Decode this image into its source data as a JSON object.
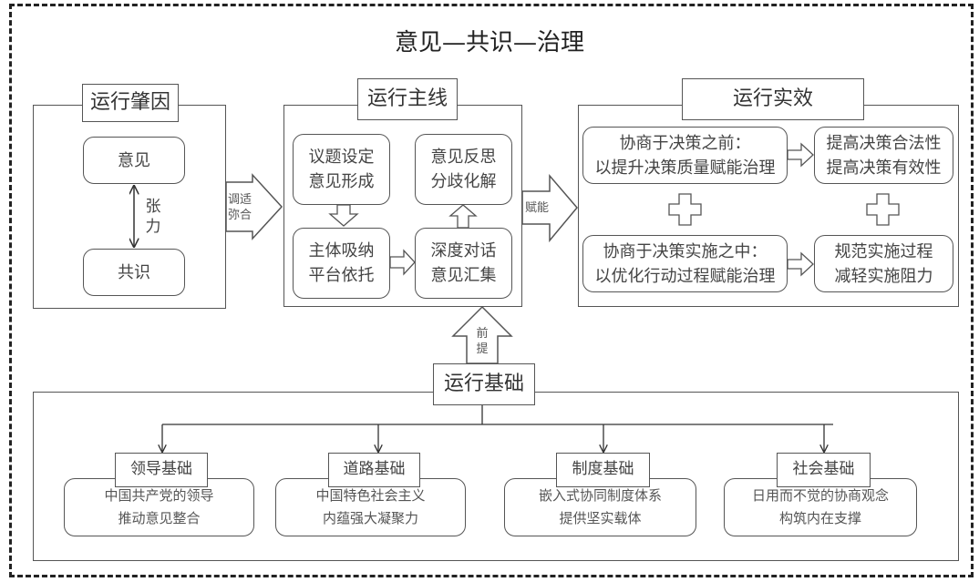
{
  "title": "意见—共识—治理",
  "cause": {
    "header": "运行肇因",
    "top": "意见",
    "bottom": "共识",
    "tension": [
      "张",
      "力"
    ]
  },
  "arrow_cause_main": [
    "调适",
    "弥合"
  ],
  "main": {
    "header": "运行主线",
    "boxes": [
      {
        "lines": [
          "议题设定",
          "意见形成"
        ]
      },
      {
        "lines": [
          "主体吸纳",
          "平台依托"
        ]
      },
      {
        "lines": [
          "深度对话",
          "意见汇集"
        ]
      },
      {
        "lines": [
          "意见反思",
          "分歧化解"
        ]
      }
    ]
  },
  "arrow_main_effect": "赋能",
  "effect": {
    "header": "运行实效",
    "rows": [
      {
        "left": [
          "协商于决策之前：",
          "以提升决策质量赋能治理"
        ],
        "right": [
          "提高决策合法性",
          "提高决策有效性"
        ]
      },
      {
        "left": [
          "协商于决策实施之中：",
          "以优化行动过程赋能治理"
        ],
        "right": [
          "规范实施过程",
          "减轻实施阻力"
        ]
      }
    ]
  },
  "arrow_base_main": [
    "前",
    "提"
  ],
  "base": {
    "header": "运行基础",
    "items": [
      {
        "title": "领导基础",
        "lines": [
          "中国共产党的领导",
          "推动意见整合"
        ]
      },
      {
        "title": "道路基础",
        "lines": [
          "中国特色社会主义",
          "内蕴强大凝聚力"
        ]
      },
      {
        "title": "制度基础",
        "lines": [
          "嵌入式协同制度体系",
          "提供坚实载体"
        ]
      },
      {
        "title": "社会基础",
        "lines": [
          "日用而不觉的协商观念",
          "构筑内在支撑"
        ]
      }
    ]
  }
}
